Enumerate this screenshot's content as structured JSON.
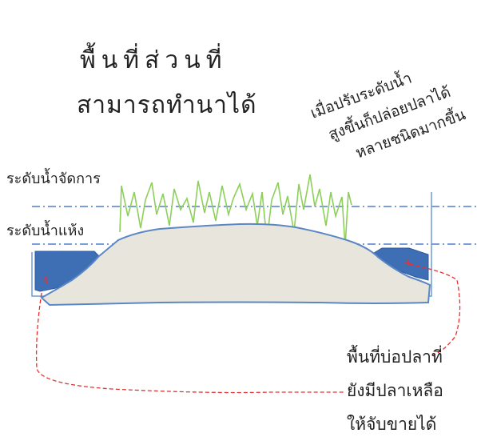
{
  "title": {
    "line1": "พื้นที่ส่วนที่",
    "line2": "สามารถทำนาได้"
  },
  "note": {
    "line1": "เมื่อปรับระดับน้ำ",
    "line2": "สูงขึ้นก็ปล่อยปลาได้",
    "line3": "หลายชนิดมากขึ้น"
  },
  "levels": {
    "managed": "ระดับน้ำจัดการ",
    "dry": "ระดับน้ำแห้ง"
  },
  "pond_label": {
    "line1": "พื้นที่บ่อปลาที่",
    "line2": "ยังมีปลาเหลือ",
    "line3": "ให้จับขายได้"
  },
  "colors": {
    "soil_fill": "#e8e6dc",
    "soil_outline": "#5b87c5",
    "water": "#3e6fb5",
    "rice": "#8ccf5a",
    "level_line": "#4f7fcf",
    "path": "#e83030"
  }
}
